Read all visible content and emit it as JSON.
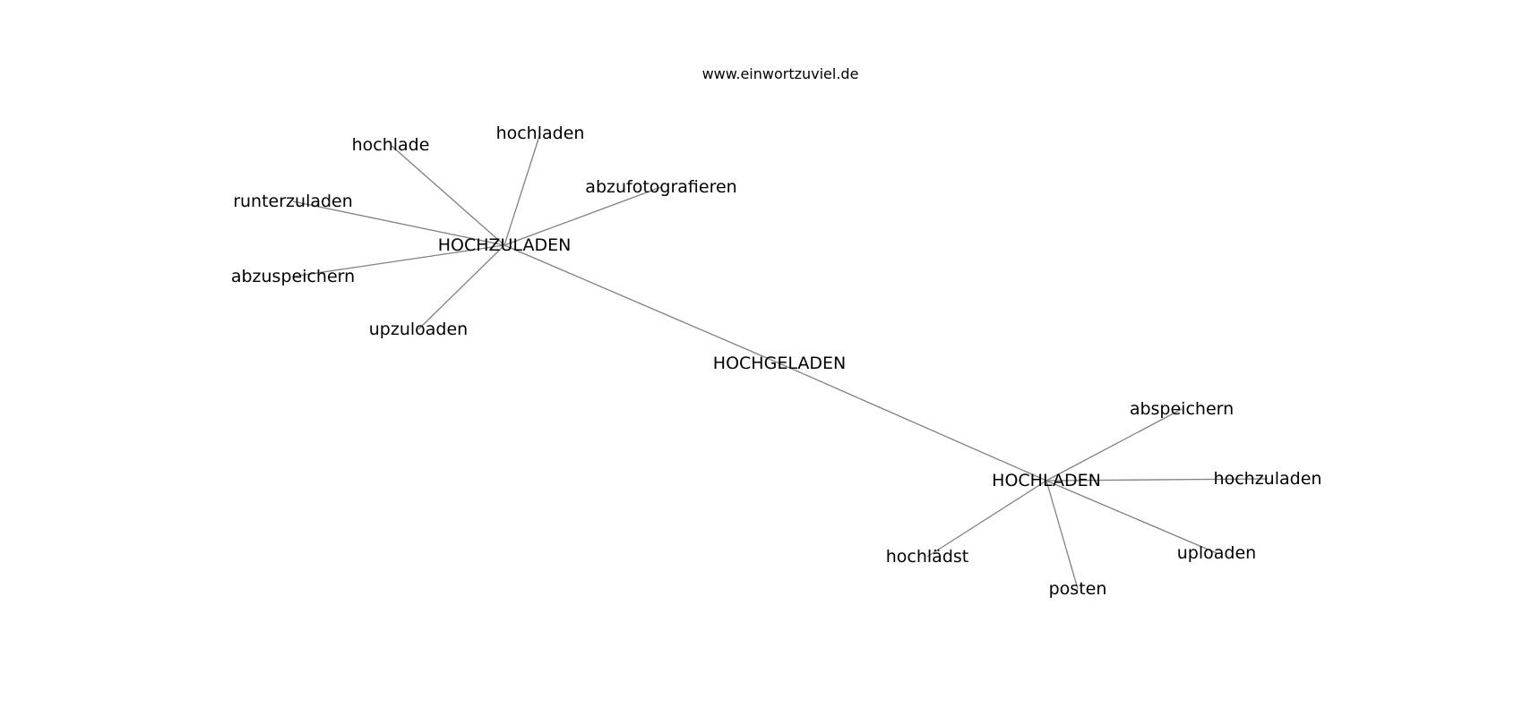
{
  "source": "www.einwortzuviel.de",
  "colors": {
    "edge": "#808080",
    "text": "#000000",
    "background": "#ffffff"
  },
  "nodes": [
    {
      "id": "HOCHZULADEN",
      "label": "HOCHZULADEN"
    },
    {
      "id": "HOCHGELADEN",
      "label": "HOCHGELADEN"
    },
    {
      "id": "HOCHLADEN",
      "label": "HOCHLADEN"
    },
    {
      "id": "hochlade",
      "label": "hochlade"
    },
    {
      "id": "hochladen",
      "label": "hochladen"
    },
    {
      "id": "abzufotografieren",
      "label": "abzufotografieren"
    },
    {
      "id": "runterzuladen",
      "label": "runterzuladen"
    },
    {
      "id": "abzuspeichern",
      "label": "abzuspeichern"
    },
    {
      "id": "upzuloaden",
      "label": "upzuloaden"
    },
    {
      "id": "abspeichern",
      "label": "abspeichern"
    },
    {
      "id": "hochzuladen",
      "label": "hochzuladen"
    },
    {
      "id": "uploaden",
      "label": "uploaden"
    },
    {
      "id": "posten",
      "label": "posten"
    },
    {
      "id": "hochlädst",
      "label": "hochlädst"
    }
  ],
  "edges": [
    [
      "HOCHZULADEN",
      "HOCHGELADEN"
    ],
    [
      "HOCHGELADEN",
      "HOCHLADEN"
    ],
    [
      "HOCHZULADEN",
      "hochlade"
    ],
    [
      "HOCHZULADEN",
      "hochladen"
    ],
    [
      "HOCHZULADEN",
      "abzufotografieren"
    ],
    [
      "HOCHZULADEN",
      "runterzuladen"
    ],
    [
      "HOCHZULADEN",
      "abzuspeichern"
    ],
    [
      "HOCHZULADEN",
      "upzuloaden"
    ],
    [
      "HOCHLADEN",
      "abspeichern"
    ],
    [
      "HOCHLADEN",
      "hochzuladen"
    ],
    [
      "HOCHLADEN",
      "uploaden"
    ],
    [
      "HOCHLADEN",
      "posten"
    ],
    [
      "HOCHLADEN",
      "hochlädst"
    ]
  ]
}
